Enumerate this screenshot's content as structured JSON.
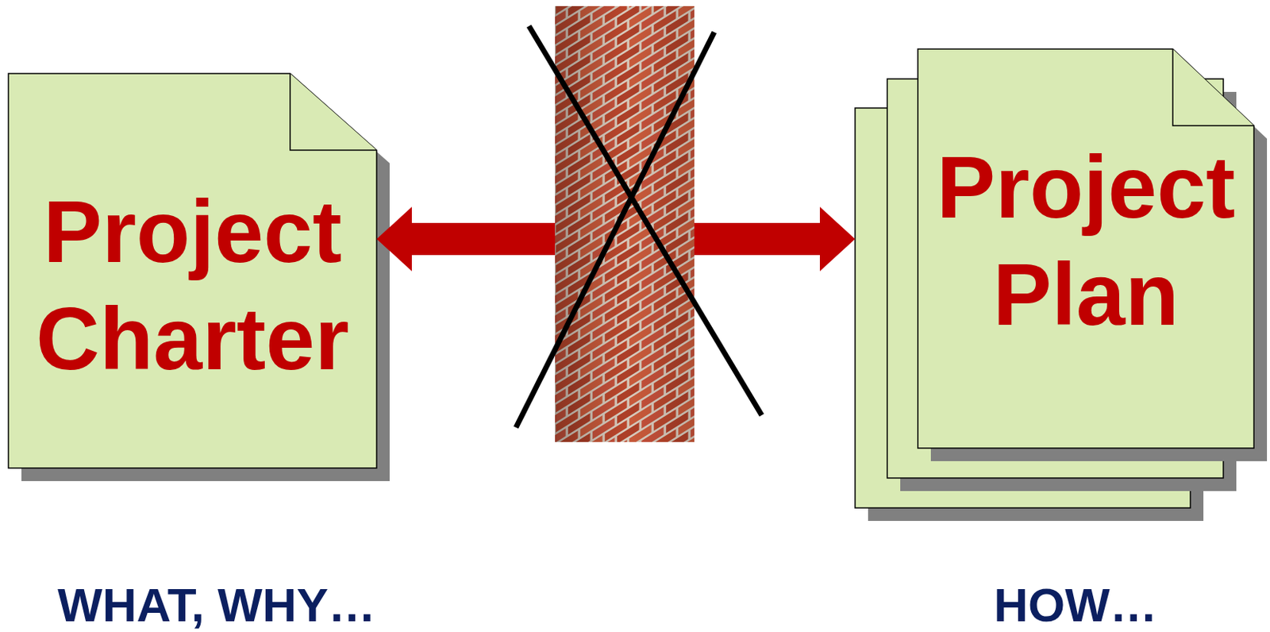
{
  "diagram": {
    "nodes": [
      {
        "text": [
          "Project Charter"
        ]
      },
      {
        "text": [
          "Project Plan"
        ]
      }
    ],
    "edges": [
      {
        "from": 0,
        "to": 1,
        "arrow": "both"
      }
    ],
    "labels": [
      "WHAT, WHY…",
      "HOW…"
    ]
  }
}
